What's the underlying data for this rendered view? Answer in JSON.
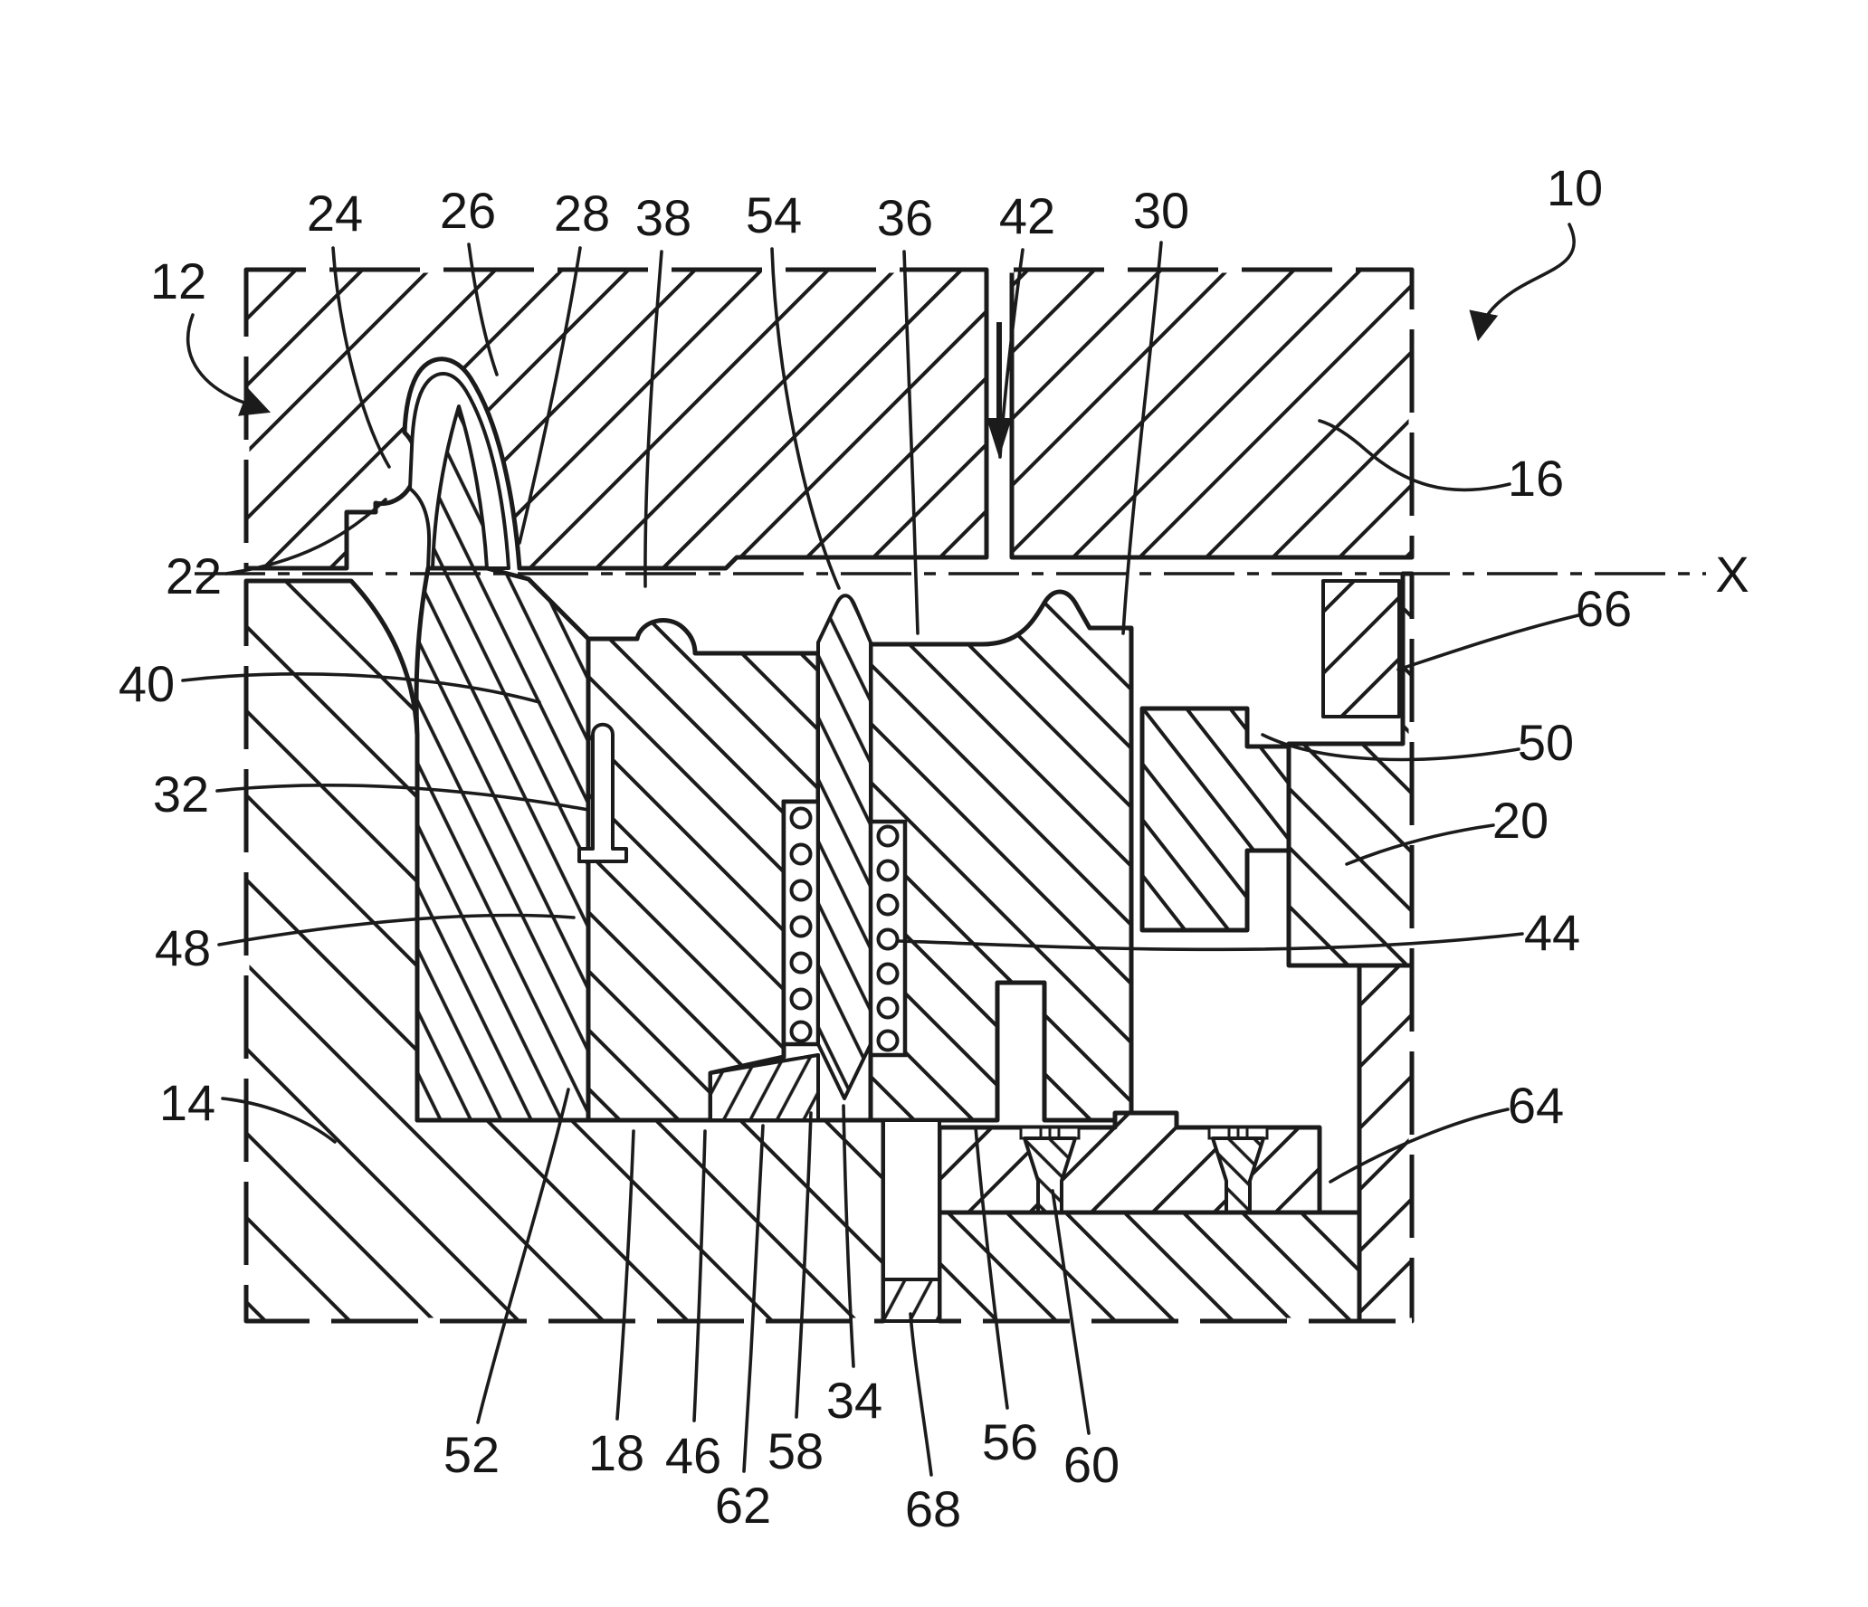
{
  "drawing": {
    "type": "patent cross-section figure",
    "axis_label": "X",
    "line_color": "#1b1b1b",
    "bg_color": "#ffffff",
    "flow_arrow": "down",
    "labels": [
      {
        "text": "10"
      },
      {
        "text": "12"
      },
      {
        "text": "14"
      },
      {
        "text": "16"
      },
      {
        "text": "18"
      },
      {
        "text": "20"
      },
      {
        "text": "22"
      },
      {
        "text": "24"
      },
      {
        "text": "26"
      },
      {
        "text": "28"
      },
      {
        "text": "30"
      },
      {
        "text": "32"
      },
      {
        "text": "34"
      },
      {
        "text": "36"
      },
      {
        "text": "38"
      },
      {
        "text": "40"
      },
      {
        "text": "42"
      },
      {
        "text": "44"
      },
      {
        "text": "46"
      },
      {
        "text": "48"
      },
      {
        "text": "50"
      },
      {
        "text": "52"
      },
      {
        "text": "54"
      },
      {
        "text": "56"
      },
      {
        "text": "58"
      },
      {
        "text": "60"
      },
      {
        "text": "62"
      },
      {
        "text": "64"
      },
      {
        "text": "66"
      },
      {
        "text": "68"
      }
    ]
  }
}
